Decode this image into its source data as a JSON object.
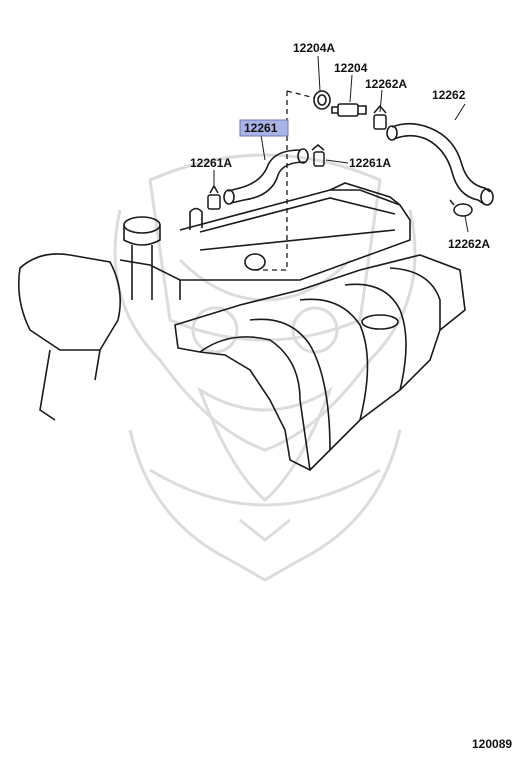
{
  "parts": [
    {
      "id": "12204A",
      "highlighted": false
    },
    {
      "id": "12204",
      "highlighted": false
    },
    {
      "id": "12262A",
      "highlighted": false
    },
    {
      "id": "12262",
      "highlighted": false
    },
    {
      "id": "12261",
      "highlighted": true
    },
    {
      "id": "12261A",
      "highlighted": false
    },
    {
      "id": "12261A",
      "highlighted": false
    },
    {
      "id": "12262A",
      "highlighted": false
    }
  ],
  "illustration_number": "120089",
  "colors": {
    "highlight": "#aab3e6",
    "line": "#1a1a1a",
    "watermark": "#d8d8d8"
  }
}
